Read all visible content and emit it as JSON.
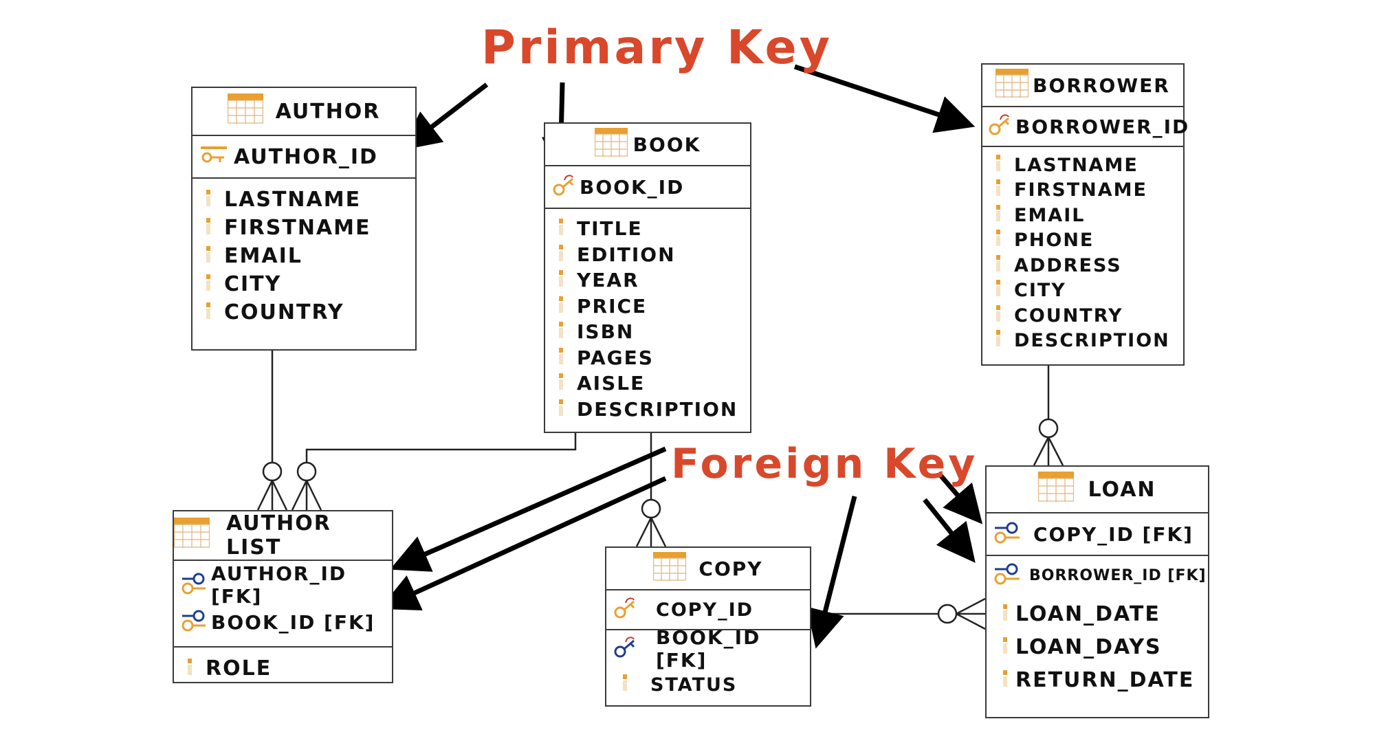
{
  "colors": {
    "accent_orange": "#e8a030",
    "callout_red": "#d9482b",
    "fk_blue": "#1d3d8f",
    "border": "#3a3a3a",
    "arrow": "#000000"
  },
  "callouts": {
    "primary_key": "Primary Key",
    "foreign_key": "Foreign Key"
  },
  "entities": {
    "author": {
      "title": "AUTHOR",
      "pk": "AUTHOR_ID",
      "attributes": [
        "LASTNAME",
        "FIRSTNAME",
        "EMAIL",
        "CITY",
        "COUNTRY"
      ]
    },
    "book": {
      "title": "BOOK",
      "pk": "BOOK_ID",
      "attributes": [
        "TITLE",
        "EDITION",
        "YEAR",
        "PRICE",
        "ISBN",
        "PAGES",
        "AISLE",
        "DESCRIPTION"
      ]
    },
    "borrower": {
      "title": "BORROWER",
      "pk": "BORROWER_ID",
      "attributes": [
        "LASTNAME",
        "FIRSTNAME",
        "EMAIL",
        "PHONE",
        "ADDRESS",
        "CITY",
        "COUNTRY",
        "DESCRIPTION"
      ]
    },
    "author_list": {
      "title": "AUTHOR LIST",
      "fks": [
        "AUTHOR_ID [FK]",
        "BOOK_ID [FK]"
      ],
      "attributes": [
        "ROLE"
      ]
    },
    "copy": {
      "title": "COPY",
      "pk": "COPY_ID",
      "fks": [
        "BOOK_ID [FK]"
      ],
      "attributes": [
        "STATUS"
      ]
    },
    "loan": {
      "title": "LOAN",
      "fks": [
        "COPY_ID [FK]",
        "BORROWER_ID [FK]"
      ],
      "attributes": [
        "LOAN_DATE",
        "LOAN_DAYS",
        "RETURN_DATE"
      ]
    }
  },
  "icons": {
    "table": "table-icon",
    "primary_key": "primary-key-icon",
    "foreign_key": "foreign-key-icon",
    "attribute": "attribute-icon"
  }
}
